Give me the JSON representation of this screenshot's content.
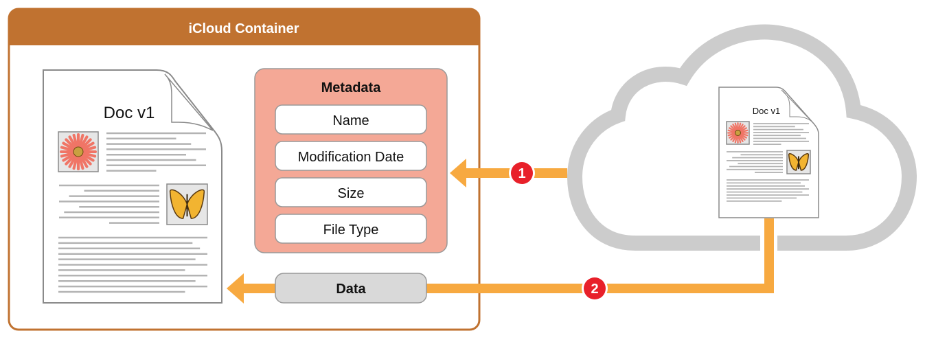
{
  "container": {
    "title": "iCloud Container"
  },
  "local_document": {
    "label": "Doc v1"
  },
  "metadata": {
    "title": "Metadata",
    "items": [
      "Name",
      "Modification Date",
      "Size",
      "File Type"
    ]
  },
  "data_block": {
    "label": "Data"
  },
  "steps": {
    "first": "1",
    "second": "2"
  },
  "cloud_document": {
    "label": "Doc v1"
  },
  "icons": {
    "cloud": "cloud-icon",
    "document": "document-icon",
    "flower": "flower-image",
    "butterfly": "butterfly-image"
  },
  "colors": {
    "container": "#C07230",
    "metadata_fill": "#F4A896",
    "data_fill": "#D9D9D9",
    "arrow": "#F7A940",
    "badge": "#E8202A",
    "cloud": "#CCCCCC"
  }
}
